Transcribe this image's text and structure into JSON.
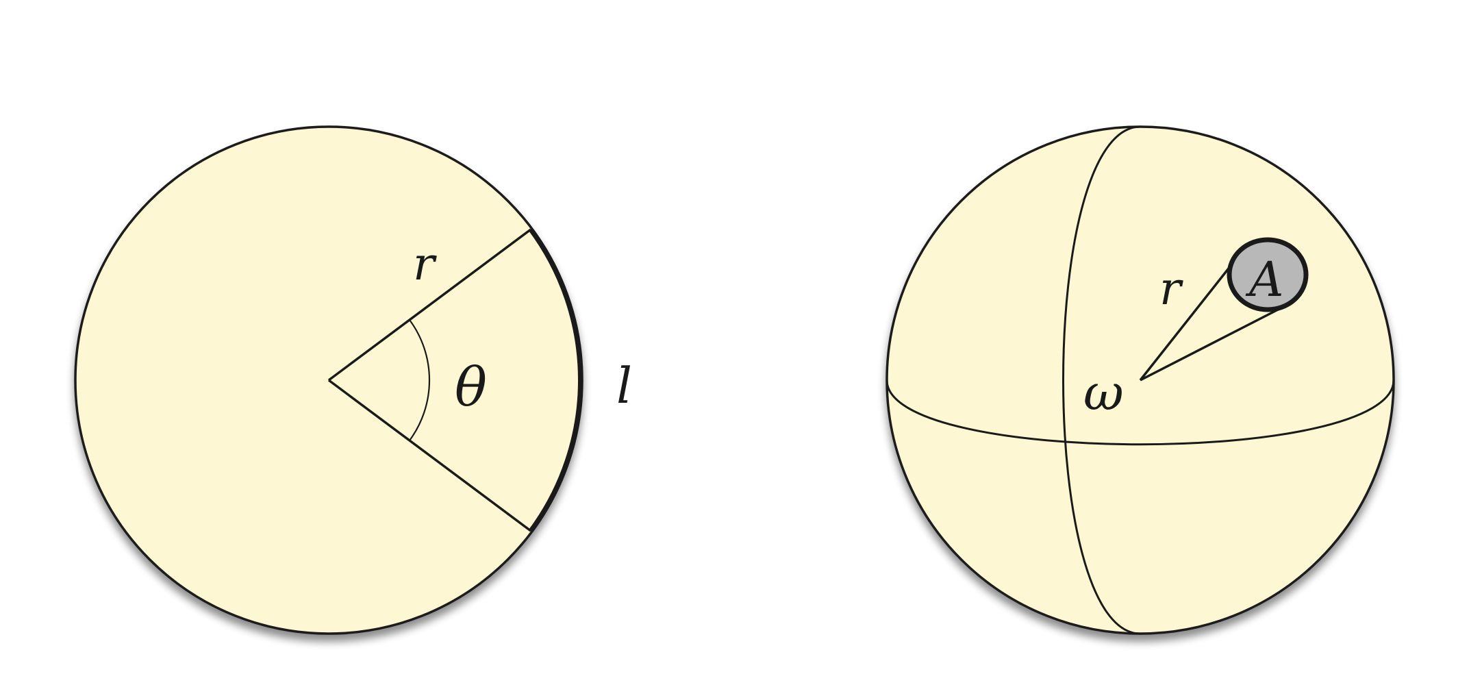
{
  "colors": {
    "fill": "#fdf7d3",
    "stroke": "#1a1a1a",
    "patch_fill": "#b8b8b8",
    "shadow": "#9a9a9a",
    "background": "#ffffff"
  },
  "circle_diagram": {
    "radius_label": "r",
    "angle_label": "θ",
    "arc_label": "l"
  },
  "sphere_diagram": {
    "radius_label": "r",
    "solid_angle_label": "ω",
    "area_label": "A"
  }
}
